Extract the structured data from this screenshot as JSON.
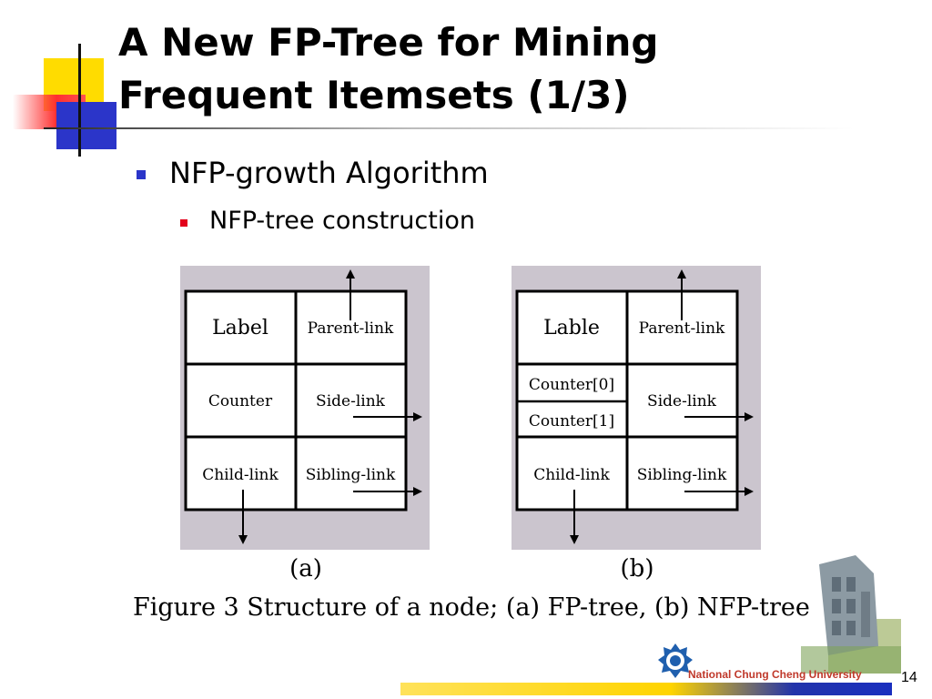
{
  "slide": {
    "title_line1": "A New FP-Tree for Mining",
    "title_line2": "Frequent Itemsets (1/3)",
    "bullet_level1": "NFP-growth Algorithm",
    "bullet_level2": "NFP-tree construction",
    "page_number": "14",
    "university": "National Chung Cheng University"
  },
  "figure": {
    "panel_a": {
      "label_cell": "Label",
      "parent_link": "Parent-link",
      "counter_cell": "Counter",
      "side_link": "Side-link",
      "child_link": "Child-link",
      "sibling_link": "Sibling-link",
      "sublabel": "(a)"
    },
    "panel_b": {
      "label_cell": "Lable",
      "parent_link": "Parent-link",
      "counter0": "Counter[0]",
      "counter1": "Counter[1]",
      "side_link": "Side-link",
      "child_link": "Child-link",
      "sibling_link": "Sibling-link",
      "sublabel": "(b)"
    },
    "caption": "Figure 3 Structure of a node; (a) FP-tree, (b) NFP-tree"
  },
  "colors": {
    "panel_bg": "#cbc5ce",
    "bullet1": "#2b35c9",
    "bullet2": "#e3001b"
  }
}
